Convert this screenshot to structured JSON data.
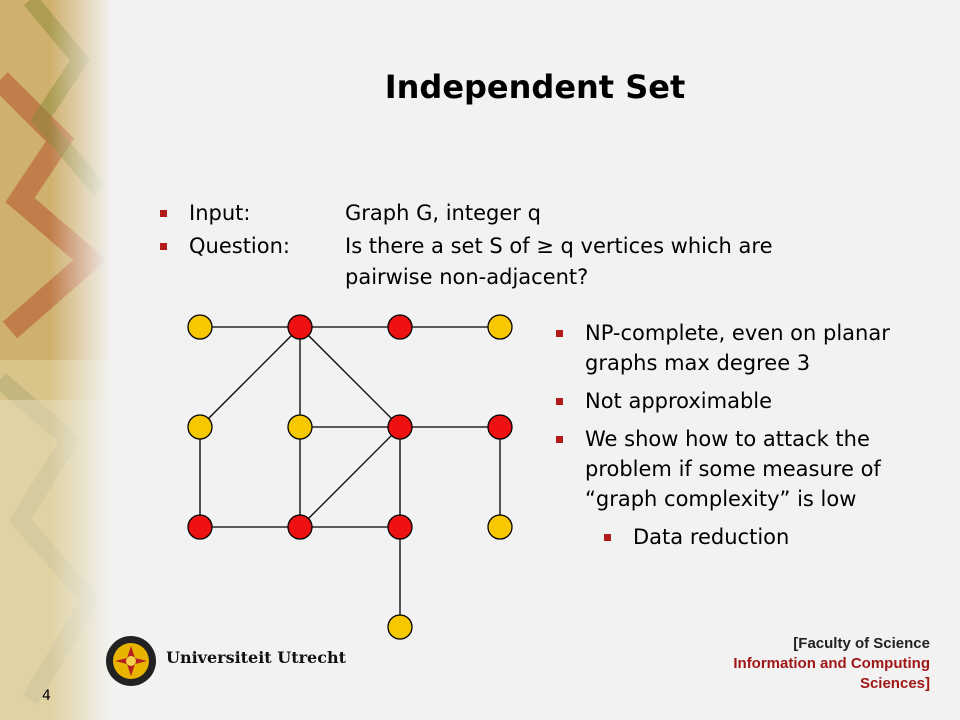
{
  "slide": {
    "title": "Independent Set",
    "problem": {
      "input_label": "Input:",
      "input_value": "Graph G, integer q",
      "question_label": "Question:",
      "question_value": "Is there a set S of ≥ q vertices which are pairwise non-adjacent?"
    },
    "notes": [
      "NP-complete, even on planar graphs max degree 3",
      "Not approximable",
      "We show how to attack the problem if some measure of “graph complexity” is low"
    ],
    "sub_notes": [
      "Data reduction"
    ],
    "page_number": "4"
  },
  "branding": {
    "university": "Universiteit Utrecht",
    "faculty_line1": "[Faculty of Science",
    "faculty_line2": "Information and Computing Sciences]"
  },
  "graph": {
    "vertex_colors": {
      "in_set": "#f7c800",
      "not_in_set": "#ee1111"
    },
    "vertices": [
      {
        "id": "v1",
        "set": "in_set"
      },
      {
        "id": "v2",
        "set": "not_in_set"
      },
      {
        "id": "v3",
        "set": "not_in_set"
      },
      {
        "id": "v4",
        "set": "in_set"
      },
      {
        "id": "v5",
        "set": "in_set"
      },
      {
        "id": "v6",
        "set": "in_set"
      },
      {
        "id": "v7",
        "set": "not_in_set"
      },
      {
        "id": "v8",
        "set": "not_in_set"
      },
      {
        "id": "v9",
        "set": "not_in_set"
      },
      {
        "id": "v10",
        "set": "not_in_set"
      },
      {
        "id": "v11",
        "set": "not_in_set"
      },
      {
        "id": "v12",
        "set": "in_set"
      },
      {
        "id": "v13",
        "set": "in_set"
      }
    ],
    "edges": [
      [
        "v1",
        "v2"
      ],
      [
        "v2",
        "v3"
      ],
      [
        "v3",
        "v4"
      ],
      [
        "v2",
        "v5"
      ],
      [
        "v2",
        "v6"
      ],
      [
        "v2",
        "v7"
      ],
      [
        "v6",
        "v7"
      ],
      [
        "v7",
        "v8"
      ],
      [
        "v5",
        "v9"
      ],
      [
        "v9",
        "v10"
      ],
      [
        "v10",
        "v11"
      ],
      [
        "v6",
        "v10"
      ],
      [
        "v7",
        "v10"
      ],
      [
        "v7",
        "v11"
      ],
      [
        "v8",
        "v12"
      ],
      [
        "v11",
        "v13"
      ]
    ]
  }
}
